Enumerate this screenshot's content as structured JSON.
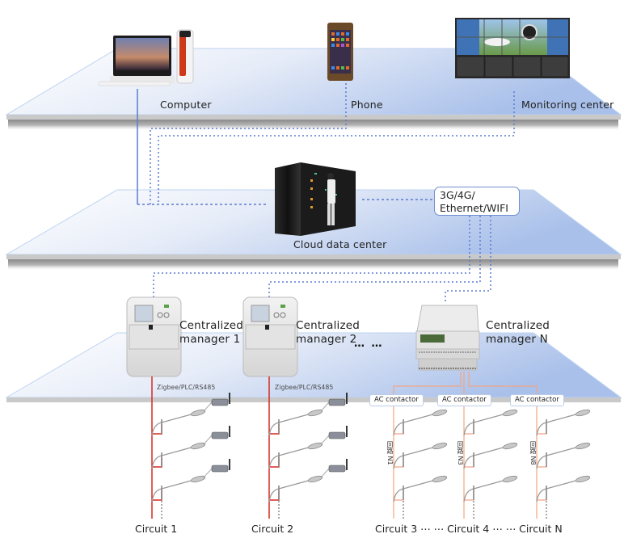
{
  "diagram": {
    "title": "Smart street lighting control system architecture",
    "tiers": [
      {
        "name": "client-tier",
        "devices": [
          "Computer",
          "Phone",
          "Monitoring center"
        ]
      },
      {
        "name": "cloud-tier",
        "devices": [
          "Cloud data center",
          "3G/4G/Ethernet/WIFI"
        ]
      },
      {
        "name": "field-tier",
        "devices": [
          "Centralized manager 1",
          "Centralized manager 2",
          "Centralized manager N"
        ]
      }
    ]
  },
  "top": {
    "computer_label": "Computer",
    "phone_label": "Phone",
    "monitoring_label": "Monitoring center"
  },
  "middle": {
    "cloud_label": "Cloud data center",
    "network_line1": "3G/4G/",
    "network_line2": "Ethernet/WIFI"
  },
  "bottom": {
    "manager1_line1": "Centralized",
    "manager1_line2": "manager 1",
    "manager2_line1": "Centralized",
    "manager2_line2": "manager 2",
    "managerN_line1": "Centralized",
    "managerN_line2": "manager N",
    "ellipsis": "… …",
    "protocol1": "Zigbee/PLC/RS485",
    "protocol2": "Zigbee/PLC/RS485",
    "ac_contactors": [
      "AC contactor",
      "AC contactor",
      "AC contactor"
    ],
    "loop_labels": [
      "回路 N1",
      "回路 N3",
      "回路 N8"
    ],
    "circuits": {
      "c1": "Circuit 1",
      "c2": "Circuit 2",
      "c34n": "Circuit 3 ⋯ ⋯ Circuit 4  ⋯ ⋯ Circuit N"
    }
  },
  "colors": {
    "plane_blue": "#b7c9ea",
    "link_dotted": "#5b7bd0",
    "wire_red": "#d42a1e",
    "wire_orange": "#f2a583",
    "shelf_gray": "#c8c8c8"
  }
}
